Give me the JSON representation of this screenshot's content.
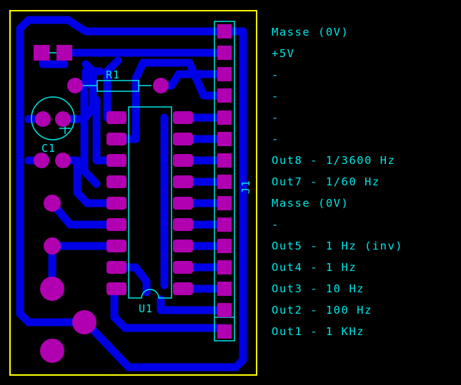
{
  "components": {
    "resistor": "R1",
    "capacitor": "C1",
    "connector": "J1",
    "chip": "U1"
  },
  "pin_labels": [
    "Masse (0V)",
    "+5V",
    "-",
    "-",
    "-",
    "-",
    "Out8 - 1/3600 Hz",
    "Out7 - 1/60 Hz",
    "Masse (0V)",
    "-",
    "Out5 - 1 Hz (inv)",
    "Out4 - 1 Hz",
    "Out3 - 10 Hz",
    "Out2 - 100 Hz",
    "Out1 - 1 KHz"
  ],
  "colors": {
    "trace": "#0000e6",
    "pad": "#b000b0",
    "silk": "#00e5e5",
    "outline": "#ffff00",
    "background": "#000000"
  }
}
